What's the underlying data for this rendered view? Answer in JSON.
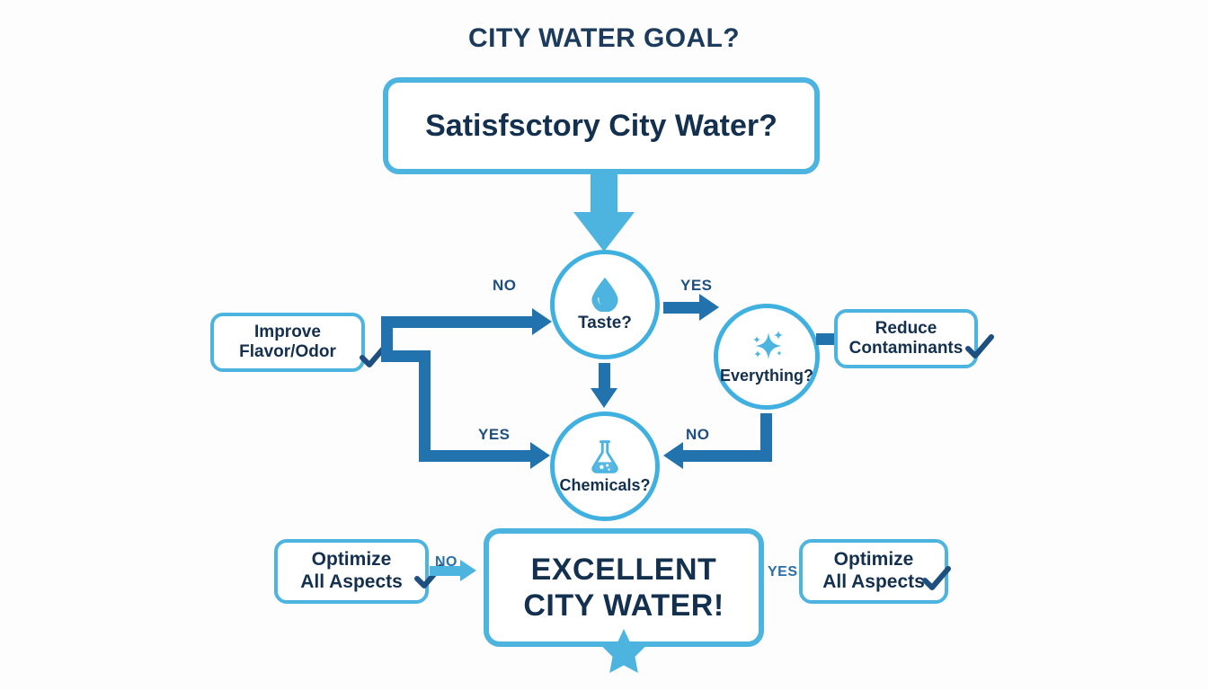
{
  "title": "CITY WATER GOAL?",
  "root": {
    "label": "Satisfsctory City Water?"
  },
  "decisions": [
    {
      "id": "taste",
      "label": "Taste?",
      "icon": "water-droplet-icon"
    },
    {
      "id": "everything",
      "label": "Everything?",
      "icon": "sparkle-icon"
    },
    {
      "id": "chemicals",
      "label": "Chemicals?",
      "icon": "flask-icon"
    }
  ],
  "actions": {
    "improve_flavor": "Improve\nFlavor/Odor",
    "improve_flavor_line1": "Improve",
    "improve_flavor_line2": "Flavor/Odor",
    "reduce_contaminants_line1": "Reduce",
    "reduce_contaminants_line2": "Contaminants",
    "optimize_left_line1": "Optimize",
    "optimize_left_line2": "All Aspects",
    "optimize_right_line1": "Optimize",
    "optimize_right_line2": "All Aspects"
  },
  "result": {
    "line1": "EXCELLENT",
    "line2": "CITY WATER!",
    "badge": "star-icon"
  },
  "edge_labels": {
    "taste_no": "NO",
    "taste_yes": "YES",
    "chemicals_yes": "YES",
    "everything_no": "NO",
    "everything_yes": "YES",
    "result_no": "NO",
    "result_yes": "YES"
  },
  "colors": {
    "light_blue": "#4db4e0",
    "circle_blue": "#3fb0e0",
    "dark_blue": "#2273ad",
    "navy_text": "#14304f",
    "title_navy": "#1b3a5c",
    "background": "#fdfdfd"
  },
  "chart_data": {
    "type": "table",
    "title": "CITY WATER GOAL?",
    "nodes": [
      {
        "id": "root",
        "kind": "start",
        "text": "Satisfsctory City Water?"
      },
      {
        "id": "taste",
        "kind": "decision",
        "text": "Taste?"
      },
      {
        "id": "everything",
        "kind": "decision",
        "text": "Everything?"
      },
      {
        "id": "chemicals",
        "kind": "decision",
        "text": "Chemicals?"
      },
      {
        "id": "flavor",
        "kind": "action",
        "text": "Improve Flavor/Odor"
      },
      {
        "id": "reduce",
        "kind": "action",
        "text": "Reduce Contaminants"
      },
      {
        "id": "opt_left",
        "kind": "action",
        "text": "Optimize All Aspects"
      },
      {
        "id": "opt_right",
        "kind": "action",
        "text": "Optimize All Aspects"
      },
      {
        "id": "result",
        "kind": "end",
        "text": "EXCELLENT CITY WATER!"
      }
    ],
    "edges": [
      {
        "from": "root",
        "to": "taste",
        "label": ""
      },
      {
        "from": "flavor",
        "to": "taste",
        "label": "NO"
      },
      {
        "from": "taste",
        "to": "everything",
        "label": "YES"
      },
      {
        "from": "taste",
        "to": "chemicals",
        "label": ""
      },
      {
        "from": "flavor",
        "to": "chemicals",
        "label": "YES"
      },
      {
        "from": "everything",
        "to": "reduce",
        "label": ""
      },
      {
        "from": "everything",
        "to": "chemicals",
        "label": "NO"
      },
      {
        "from": "opt_left",
        "to": "result",
        "label": "NO"
      },
      {
        "from": "opt_right",
        "to": "result",
        "label": "YES"
      }
    ]
  }
}
